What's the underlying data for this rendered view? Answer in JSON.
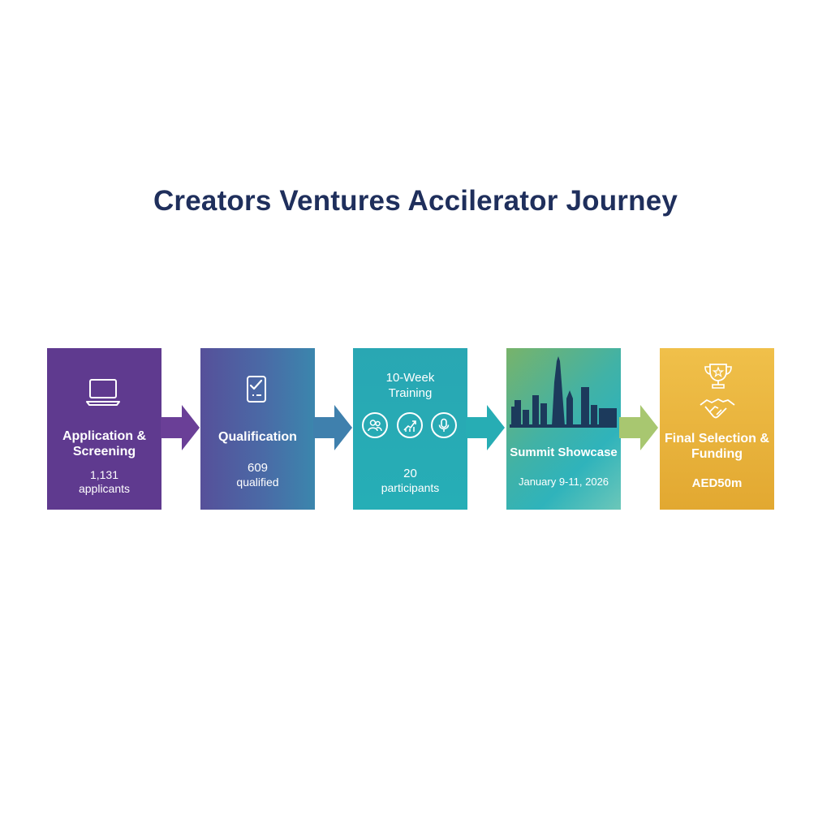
{
  "title": "Creators Ventures Accilerator Journey",
  "stages": [
    {
      "label": "Application & Screening",
      "line1": "1,131",
      "line2": "applicants",
      "icon": "laptop-icon",
      "color": "#5f3a8f"
    },
    {
      "label": "Qualification",
      "line1": "609",
      "line2": "qualified",
      "icon": "checklist-icon",
      "color": "#4a6aa6"
    },
    {
      "label": "10-Week Training",
      "line1": "20",
      "line2": "participants",
      "icons": [
        "people-icon",
        "growth-chart-icon",
        "microphone-icon"
      ],
      "color": "#26aeb6"
    },
    {
      "label": "Summit Showcase",
      "line1": "January 9-11, 2026",
      "icon": "city-skyline-icon",
      "color": "#41b2a6"
    },
    {
      "label": "Final Selection & Funding",
      "line1": "AED50m",
      "icons": [
        "trophy-icon",
        "handshake-icon"
      ],
      "color": "#e2a831"
    }
  ],
  "arrow_colors": [
    "#6a3f97",
    "#3f80ad",
    "#27adb4",
    "#a8c770"
  ]
}
